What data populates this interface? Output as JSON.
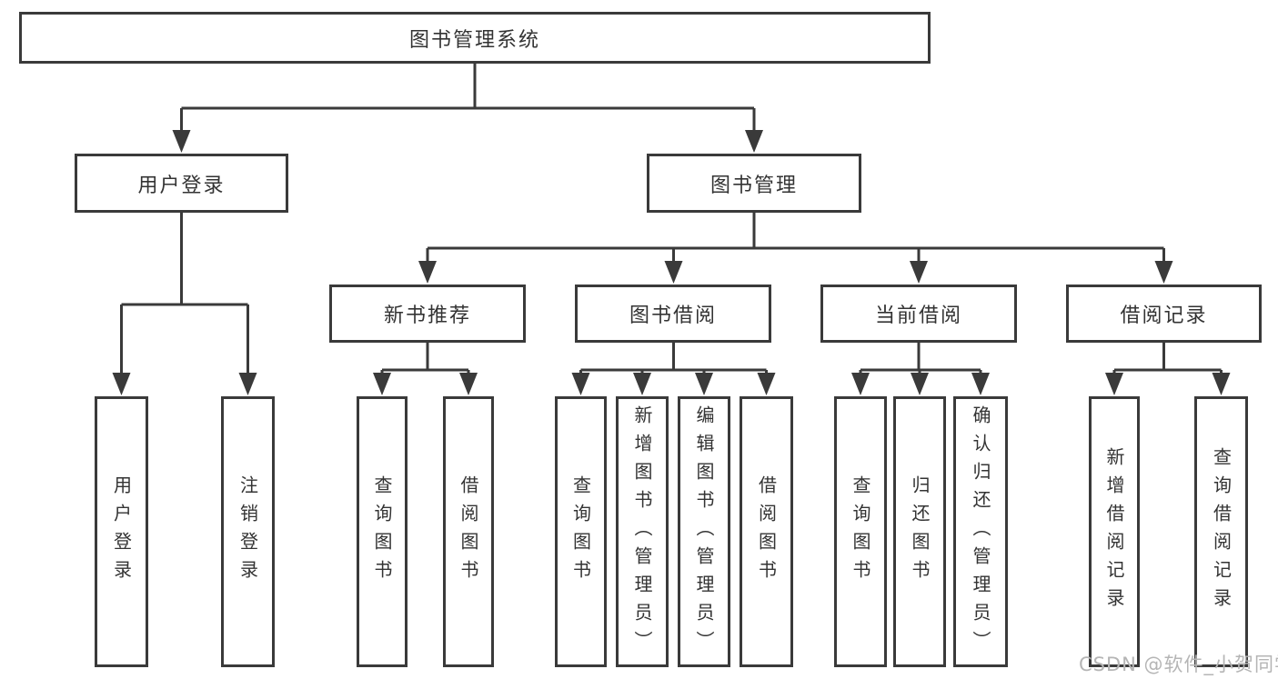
{
  "nodes": {
    "root": "图书管理系统",
    "user_login": "用户登录",
    "book_mgmt": "图书管理",
    "new_book_rec": "新书推荐",
    "book_borrow": "图书借阅",
    "current_borrow": "当前借阅",
    "borrow_records": "借阅记录",
    "leaf_user_login": "用户登录",
    "leaf_logout": "注销登录",
    "leaf_query_book_1": "查询图书",
    "leaf_borrow_book_1": "借阅图书",
    "leaf_query_book_2": "查询图书",
    "leaf_add_book": "新增图书（管理员）",
    "leaf_edit_book": "编辑图书（管理员）",
    "leaf_borrow_book_2": "借阅图书",
    "leaf_query_book_3": "查询图书",
    "leaf_return_book": "归还图书",
    "leaf_confirm_return": "确认归还（管理员）",
    "leaf_add_record": "新增借阅记录",
    "leaf_query_record": "查询借阅记录"
  },
  "watermark": "CSDN @软件_小贺同学",
  "colors": {
    "line": "#3a3a3a",
    "box_border": "#3a3a3a",
    "text": "#333333",
    "watermark": "#b5b5b5",
    "background": "#ffffff"
  }
}
